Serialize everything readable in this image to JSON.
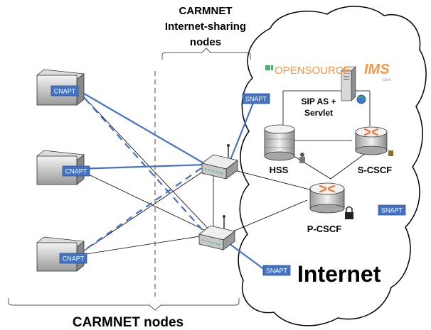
{
  "header": {
    "title_line1": "CARMNET",
    "title_line2": "Internet-sharing",
    "title_line3": "nodes"
  },
  "footer": {
    "title": "CARMNET nodes"
  },
  "brand": {
    "open": "OPENSOURCE",
    "ims": "IMS",
    "core": "core"
  },
  "labels": {
    "sip_as_line1": "SIP AS +",
    "sip_as_line2": "Servlet",
    "hss": "HSS",
    "scscf": "S-CSCF",
    "pcscf": "P-CSCF",
    "internet": "Internet",
    "cnapt": "CNAPT",
    "snapt": "SNAPT"
  },
  "colors": {
    "link_blue": "#4472c4",
    "tag_fill": "#4472c4",
    "brand_orange": "#f79646",
    "brand_green": "#3cb371",
    "router_orange": "#f07030"
  }
}
